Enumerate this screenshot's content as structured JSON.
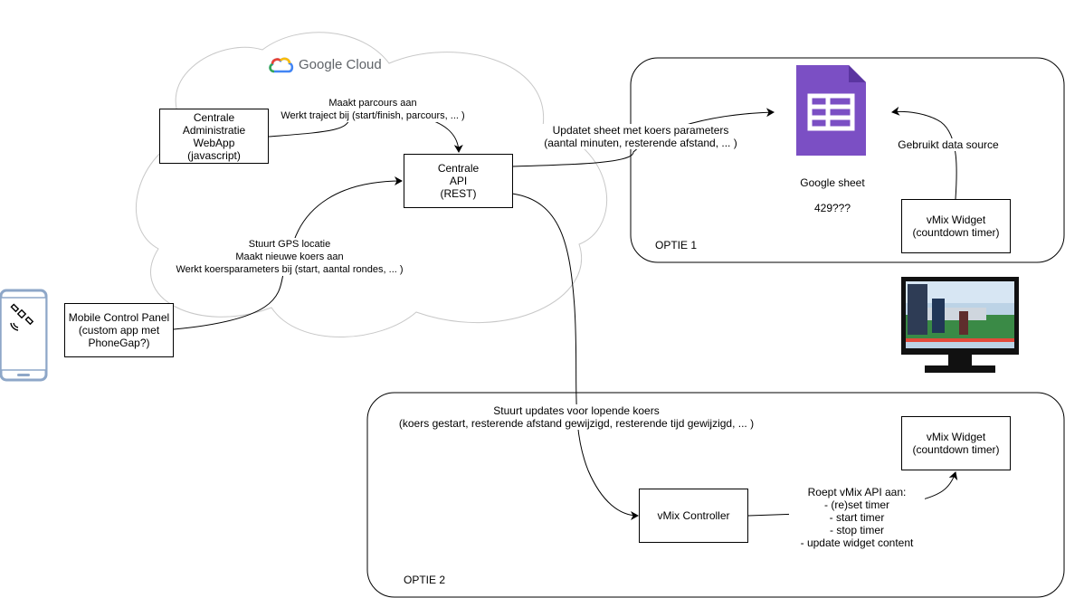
{
  "cloud": {
    "brand": "Google Cloud"
  },
  "nodes": {
    "admin_webapp": {
      "lines": [
        "Centrale",
        "Administratie",
        "WebApp",
        "(javascript)"
      ]
    },
    "central_api": {
      "lines": [
        "Centrale",
        "API",
        "(REST)"
      ]
    },
    "mobile_panel": {
      "lines": [
        "Mobile Control Panel",
        "(custom app met",
        "PhoneGap?)"
      ]
    },
    "google_sheet": {
      "label": "Google sheet",
      "note": "429???"
    },
    "vmix_widget_1": {
      "lines": [
        "vMix Widget",
        "(countdown timer)"
      ]
    },
    "vmix_widget_2": {
      "lines": [
        "vMix Widget",
        "(countdown timer)"
      ]
    },
    "vmix_controller": {
      "label": "vMix Controller"
    }
  },
  "edges": {
    "admin_to_api": {
      "lines": [
        "Maakt parcours aan",
        "Werkt traject bij (start/finish, parcours, ... )"
      ]
    },
    "mobile_to_api": {
      "lines": [
        "Stuurt GPS locatie",
        "Maakt nieuwe koers aan",
        "Werkt koersparameters bij (start, aantal rondes, ... )"
      ]
    },
    "api_to_sheet": {
      "lines": [
        "Updatet sheet met koers parameters",
        "(aantal minuten, resterende afstand, ... )"
      ]
    },
    "widget_to_sheet": {
      "lines": [
        "Gebruikt data source"
      ]
    },
    "api_to_controller": {
      "lines": [
        "Stuurt updates voor lopende koers",
        "(koers gestart, resterende afstand gewijzigd, resterende tijd gewijzigd, ... )"
      ]
    },
    "controller_to_widget": {
      "lines": [
        "Roept vMix API aan:",
        "- (re)set timer",
        "- start timer",
        "- stop timer",
        "- update widget content"
      ]
    }
  },
  "groups": {
    "option1": {
      "label": "OPTIE 1"
    },
    "option2": {
      "label": "OPTIE 2"
    }
  },
  "icons": {
    "gps_phone": "satellite-icon",
    "sheet": "spreadsheet-icon",
    "monitor": "monitor-icon",
    "cloud": "google-cloud-icon"
  },
  "colors": {
    "sheet_purple": "#7b4fc4",
    "phone_frame": "#8ea7c8",
    "cloud_outline": "#c8c8c8"
  }
}
